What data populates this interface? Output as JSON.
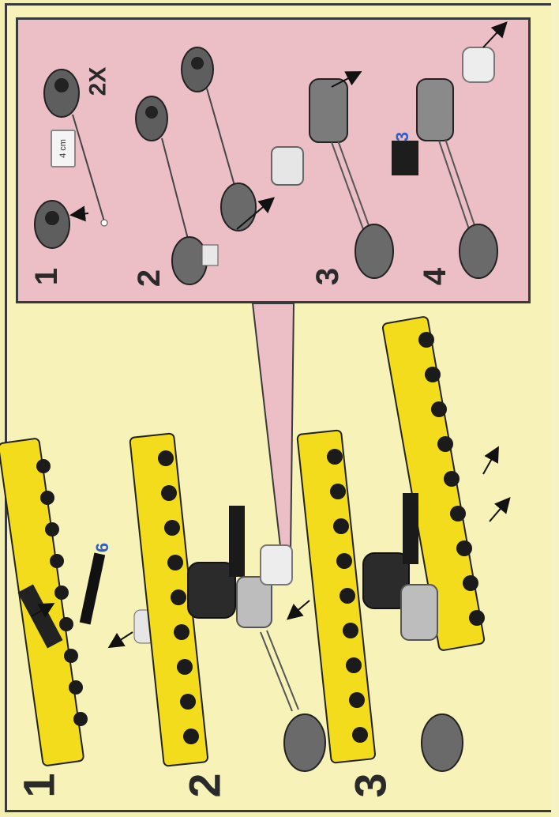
{
  "pink_panel": {
    "step_labels": [
      "1",
      "2",
      "3",
      "4"
    ],
    "quantity": "2X",
    "ruler_text": "4 cm",
    "callout_count": "3"
  },
  "main_steps": {
    "labels": [
      "1",
      "2",
      "3"
    ],
    "callout_count": "6"
  },
  "colors": {
    "background": "#f3efb1",
    "panel": "#ecbfc7",
    "beam": "#f2dc1c",
    "gray_part": "#6f6f6f",
    "black_part": "#222222",
    "accent_number": "#2f5fc4"
  },
  "icons": [
    "yellow-beam",
    "axle",
    "bushing",
    "gear-stack",
    "pointer-arrow"
  ]
}
